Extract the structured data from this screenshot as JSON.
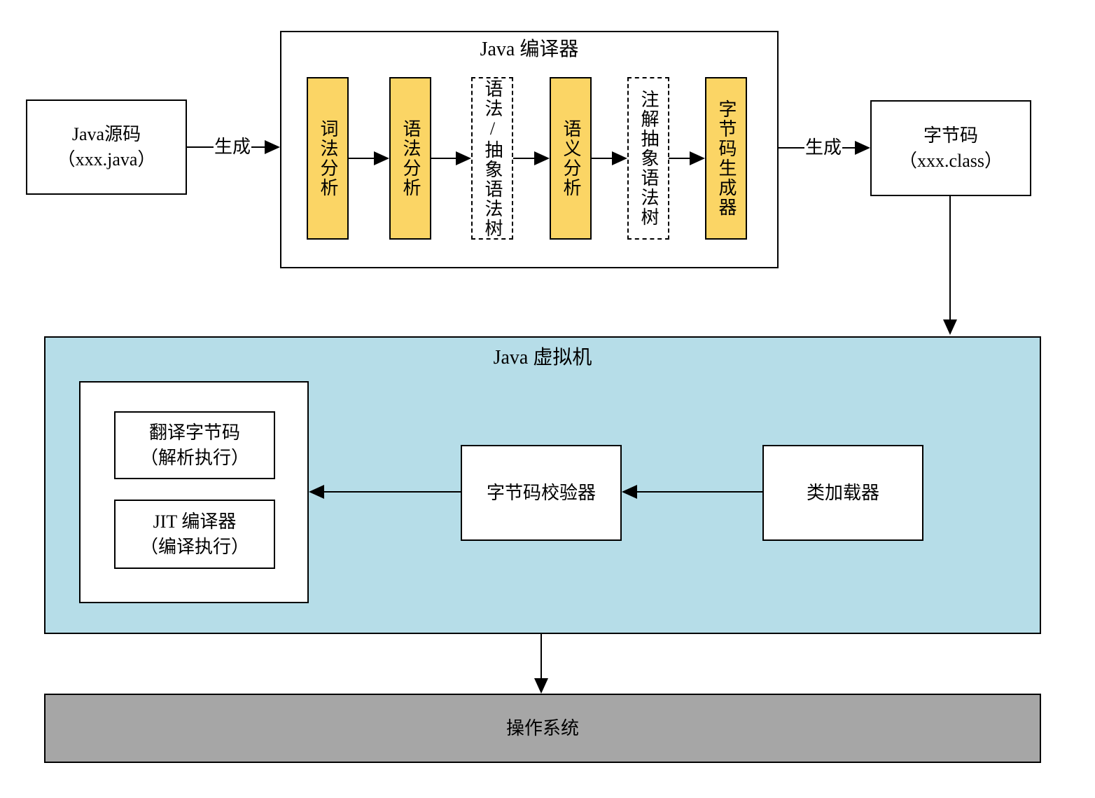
{
  "colors": {
    "stage_yellow": "#FBD565",
    "jvm_blue": "#B6DDE8",
    "os_gray": "#A6A6A6",
    "line_black": "#000000"
  },
  "source_box": {
    "line1": "Java源码",
    "line2": "（xxx.java）"
  },
  "arrow_labels": {
    "generate1": "生成",
    "generate2": "生成"
  },
  "compiler": {
    "title": "Java 编译器",
    "stages": [
      {
        "label": "词法分析"
      },
      {
        "label": "语法分析"
      },
      {
        "label": "语法/抽象语法树"
      },
      {
        "label": "语义分析"
      },
      {
        "label": "注解抽象语法树"
      },
      {
        "label": "字节码生成器"
      }
    ]
  },
  "bytecode_box": {
    "line1": "字节码",
    "line2": "（xxx.class）"
  },
  "jvm": {
    "title": "Java 虚拟机",
    "interpreter": {
      "line1": "翻译字节码",
      "line2": "（解析执行）"
    },
    "jit": {
      "line1": "JIT 编译器",
      "line2": "（编译执行）"
    },
    "verifier": "字节码校验器",
    "class_loader": "类加载器"
  },
  "os": {
    "label": "操作系统"
  }
}
